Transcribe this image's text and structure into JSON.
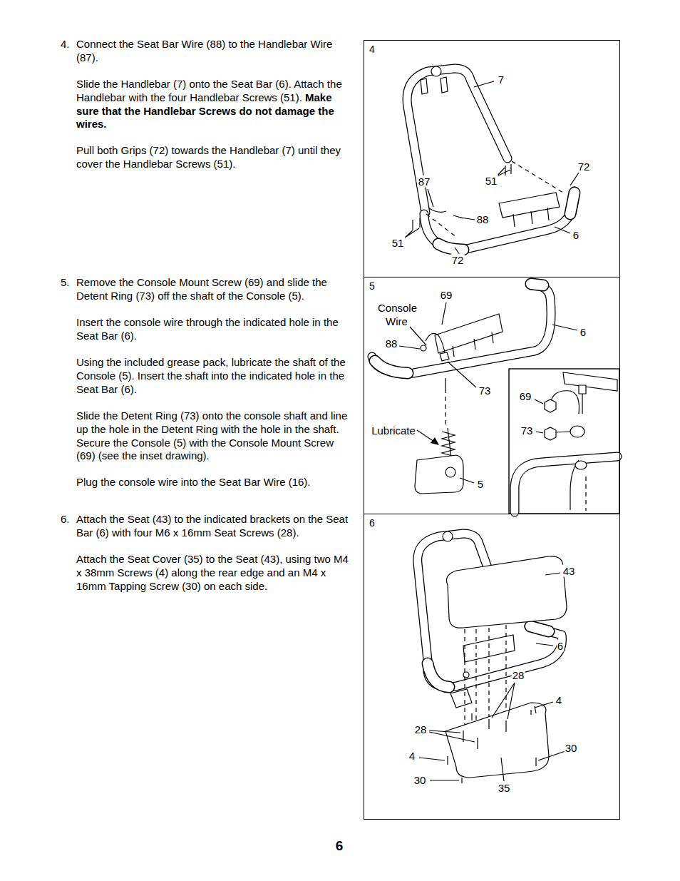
{
  "diagram": {
    "nodes": [
      {
        "text": [
          "4"
        ]
      },
      {
        "text": [
          "5"
        ]
      },
      {
        "text": [
          "6"
        ]
      }
    ],
    "labels": [
      "4.",
      "Connect the Seat Bar Wire (88) to the Handlebar Wire (87).",
      "Slide the Handlebar (7) onto the Seat Bar (6). Attach the Handlebar with the four Handlebar Screws (51).",
      "Make sure that the Handlebar Screws do not damage the wires.",
      "Pull both Grips (72) towards the Handlebar (7) until they cover the Handlebar Screws (51).",
      "5.",
      "Remove the Console Mount Screw (69) and slide the Detent Ring (73) off the shaft of the Console (5).",
      "Insert the console wire through the indicated hole in the Seat Bar (6).",
      "Using the included grease pack, lubricate the shaft of the Console (5). Insert the shaft into the indicated hole in the Seat Bar (6).",
      "Slide the Detent Ring (73) onto the console shaft and line up the hole in the Detent Ring with the hole in the shaft. Secure the Console (5) with the Console Mount Screw (69) (see the inset drawing).",
      "Plug the console wire into the Seat Bar Wire (16).",
      "6.",
      "Attach the Seat (43) to the indicated brackets on the Seat Bar (6) with four M6 x 16mm Seat Screws (28).",
      "Attach the Seat Cover (35) to the Seat (43), using two M4 x 38mm Screws (4) along the rear edge and an M4 x 16mm Tapping Screw (30) on each side.",
      "7",
      "72",
      "87",
      "51",
      "88",
      "51",
      "6",
      "72",
      "69",
      "Console Wire",
      "6",
      "88",
      "73",
      "Lubricate",
      "5",
      "69",
      "73",
      "43",
      "6",
      "28",
      "4",
      "28",
      "4",
      "30",
      "30",
      "35",
      "6"
    ]
  }
}
